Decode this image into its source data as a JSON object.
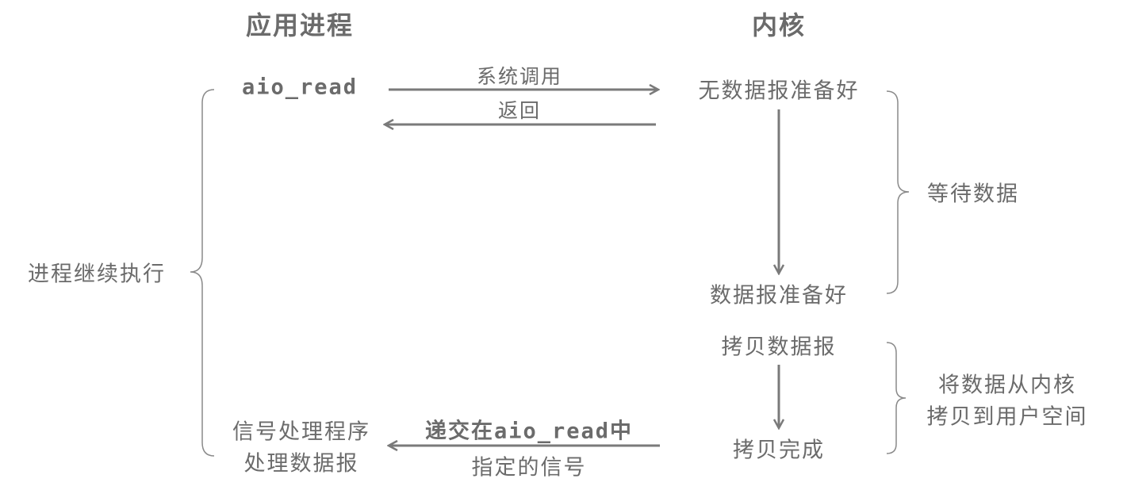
{
  "headers": {
    "app": "应用进程",
    "kernel": "内核"
  },
  "app": {
    "call": "aio_read",
    "handler_line1": "信号处理程序",
    "handler_line2": "处理数据报",
    "continue": "进程继续执行"
  },
  "arrows": {
    "syscall": "系统调用",
    "return": "返回",
    "signal_line1": "递交在aio_read中",
    "signal_line2": "指定的信号"
  },
  "kernel": {
    "no_data": "无数据报准备好",
    "data_ready": "数据报准备好",
    "copy": "拷贝数据报",
    "copy_done": "拷贝完成"
  },
  "phases": {
    "wait": "等待数据",
    "copy_line1": "将数据从内核",
    "copy_line2": "拷贝到用户空间"
  },
  "colors": {
    "text": "#6b6b6b",
    "line": "#7a7a7a"
  }
}
